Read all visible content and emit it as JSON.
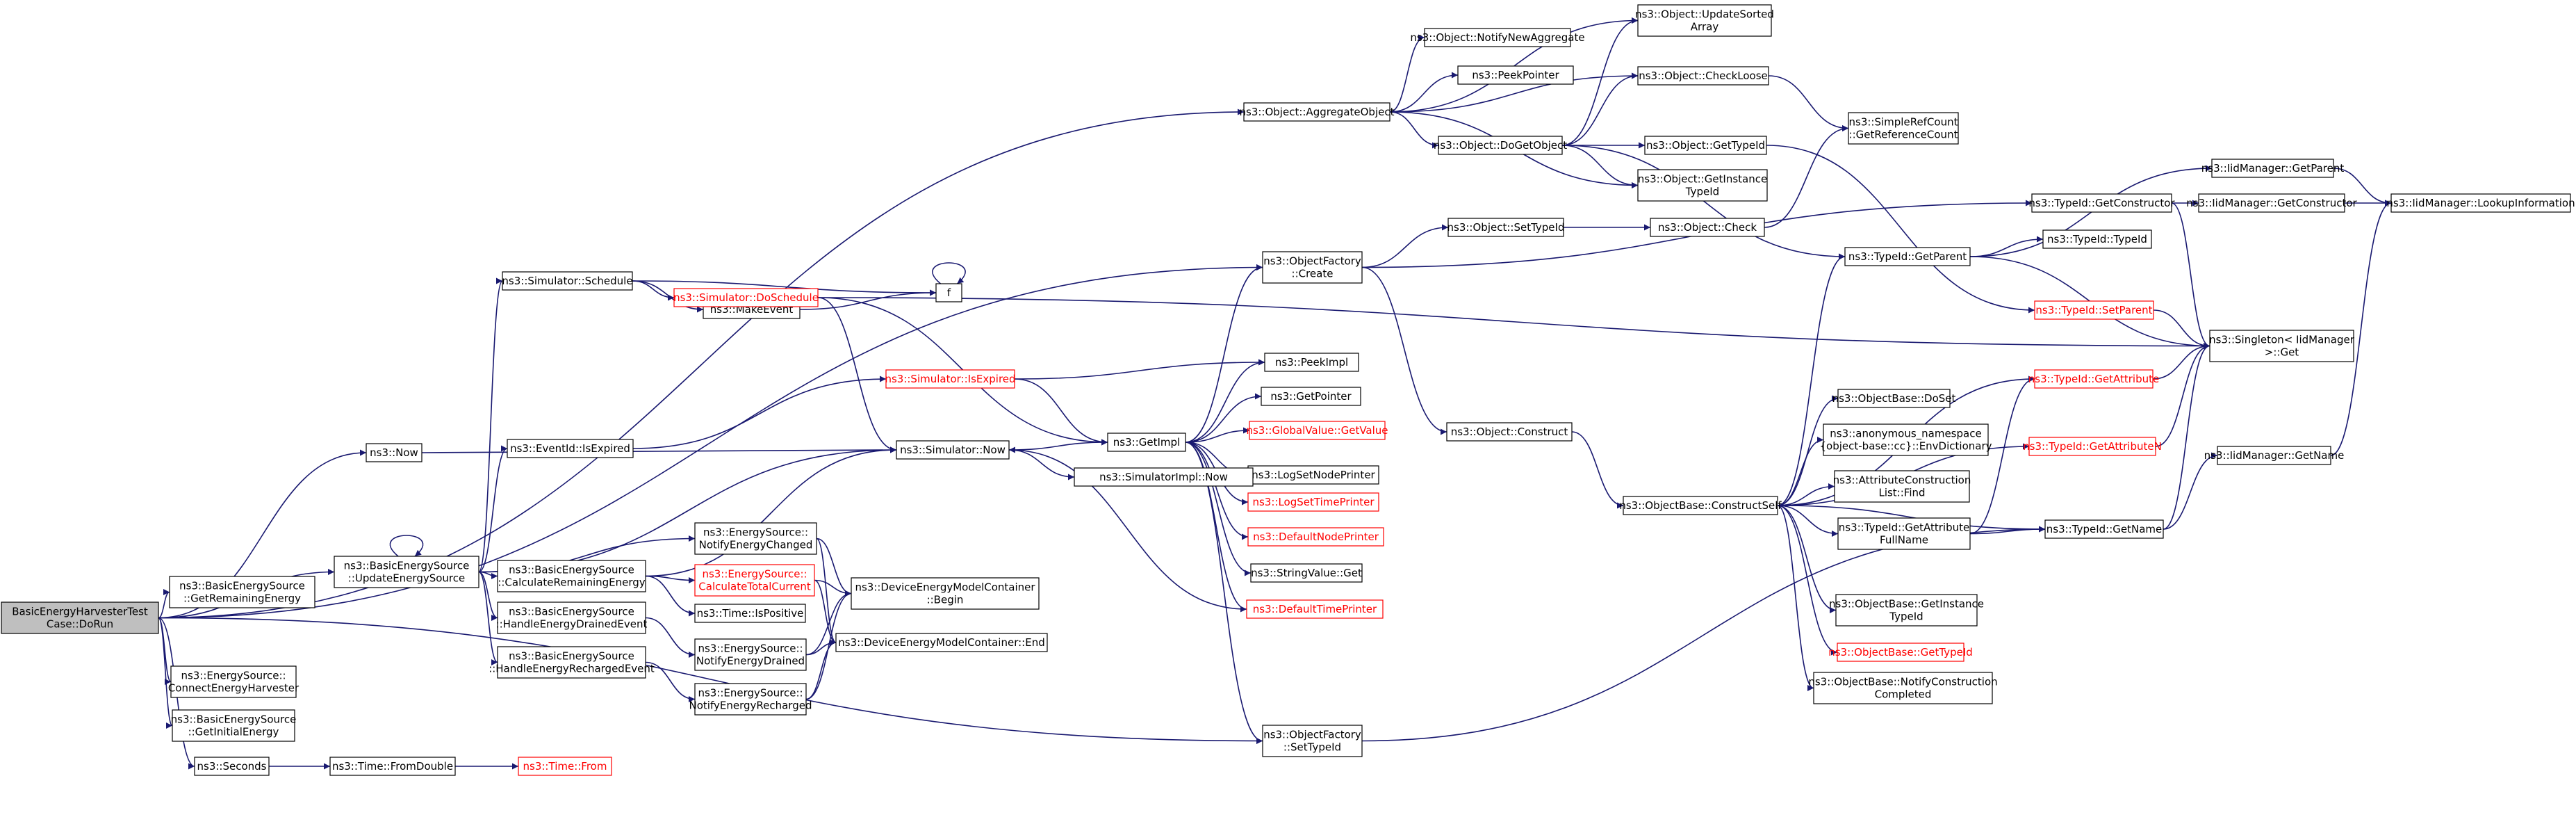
{
  "diagram": {
    "type": "call-graph",
    "colors": {
      "edge": "#191970",
      "node_border": "#000000",
      "highlight_border": "#ff0000",
      "root_fill": "#bfbfbf"
    },
    "nodes": [
      {
        "id": "root",
        "lines": [
          "BasicEnergyHarvesterTest",
          "Case::DoRun"
        ],
        "style": "root"
      },
      {
        "id": "aggregate",
        "lines": [
          "ns3::Object::AggregateObject"
        ]
      },
      {
        "id": "notifyagg",
        "lines": [
          "ns3::Object::NotifyNewAggregate"
        ]
      },
      {
        "id": "peekptr",
        "lines": [
          "ns3::PeekPointer"
        ]
      },
      {
        "id": "updsorted",
        "lines": [
          "ns3::Object::UpdateSorted",
          "Array"
        ]
      },
      {
        "id": "checkloose",
        "lines": [
          "ns3::Object::CheckLoose"
        ]
      },
      {
        "id": "dogetobj",
        "lines": [
          "ns3::Object::DoGetObject"
        ]
      },
      {
        "id": "objgettid",
        "lines": [
          "ns3::Object::GetTypeId"
        ]
      },
      {
        "id": "objgetinst",
        "lines": [
          "ns3::Object::GetInstance",
          "TypeId"
        ]
      },
      {
        "id": "simpleref",
        "lines": [
          "ns3::SimpleRefCount",
          "::GetReferenceCount"
        ]
      },
      {
        "id": "iidparent",
        "lines": [
          "ns3::IidManager::GetParent"
        ]
      },
      {
        "id": "tidgetctor",
        "lines": [
          "ns3::TypeId::GetConstructor"
        ]
      },
      {
        "id": "iidgetctor",
        "lines": [
          "ns3::IidManager::GetConstructor"
        ]
      },
      {
        "id": "iidlookup",
        "lines": [
          "ns3::IidManager::LookupInformation"
        ]
      },
      {
        "id": "objfactcreate",
        "lines": [
          "ns3::ObjectFactory",
          "::Create"
        ]
      },
      {
        "id": "objsettid",
        "lines": [
          "ns3::Object::SetTypeId"
        ]
      },
      {
        "id": "objcheck",
        "lines": [
          "ns3::Object::Check"
        ]
      },
      {
        "id": "tidgetparent",
        "lines": [
          "ns3::TypeId::GetParent"
        ]
      },
      {
        "id": "tidtid",
        "lines": [
          "ns3::TypeId::TypeId"
        ]
      },
      {
        "id": "tidsetparent",
        "lines": [
          "ns3::TypeId::SetParent"
        ],
        "style": "red"
      },
      {
        "id": "singleton",
        "lines": [
          "ns3::Singleton< IidManager",
          " >::Get"
        ]
      },
      {
        "id": "f",
        "lines": [
          "f"
        ]
      },
      {
        "id": "makeevent",
        "lines": [
          "ns3::MakeEvent"
        ]
      },
      {
        "id": "simschedule",
        "lines": [
          "ns3::Simulator::Schedule"
        ]
      },
      {
        "id": "simdoschedule",
        "lines": [
          "ns3::Simulator::DoSchedule"
        ],
        "style": "red"
      },
      {
        "id": "simisexpired",
        "lines": [
          "ns3::Simulator::IsExpired"
        ],
        "style": "red"
      },
      {
        "id": "peekimpl",
        "lines": [
          "ns3::PeekImpl"
        ]
      },
      {
        "id": "getpointer",
        "lines": [
          "ns3::GetPointer"
        ]
      },
      {
        "id": "globalval",
        "lines": [
          "ns3::GlobalValue::GetValue"
        ],
        "style": "red"
      },
      {
        "id": "now",
        "lines": [
          "ns3::Now"
        ]
      },
      {
        "id": "eventidexp",
        "lines": [
          "ns3::EventId::IsExpired"
        ]
      },
      {
        "id": "simnow",
        "lines": [
          "ns3::Simulator::Now"
        ]
      },
      {
        "id": "getimpl",
        "lines": [
          "ns3::GetImpl"
        ]
      },
      {
        "id": "logsetnode",
        "lines": [
          "ns3::LogSetNodePrinter"
        ]
      },
      {
        "id": "simimplnow",
        "lines": [
          "ns3::SimulatorImpl::Now"
        ]
      },
      {
        "id": "logsettime",
        "lines": [
          "ns3::LogSetTimePrinter"
        ],
        "style": "red"
      },
      {
        "id": "defnodeprinter",
        "lines": [
          "ns3::DefaultNodePrinter"
        ],
        "style": "red"
      },
      {
        "id": "strvalget",
        "lines": [
          "ns3::StringValue::Get"
        ]
      },
      {
        "id": "deftimeprinter",
        "lines": [
          "ns3::DefaultTimePrinter"
        ],
        "style": "red"
      },
      {
        "id": "objconstruct",
        "lines": [
          "ns3::Object::Construct"
        ]
      },
      {
        "id": "objbasedoset",
        "lines": [
          "ns3::ObjectBase::DoSet"
        ]
      },
      {
        "id": "anonenv",
        "lines": [
          "ns3::anonymous_namespace",
          "{object-base::cc}::EnvDictionary"
        ]
      },
      {
        "id": "attrconstr",
        "lines": [
          "ns3::AttributeConstruction",
          "List::Find"
        ]
      },
      {
        "id": "constructself",
        "lines": [
          "ns3::ObjectBase::ConstructSelf"
        ]
      },
      {
        "id": "tidgetattrfull",
        "lines": [
          "ns3::TypeId::GetAttribute",
          "FullName"
        ]
      },
      {
        "id": "tidgetattr",
        "lines": [
          "ns3::TypeId::GetAttribute"
        ],
        "style": "red"
      },
      {
        "id": "tidgetattrn",
        "lines": [
          "ns3::TypeId::GetAttributeN"
        ],
        "style": "red"
      },
      {
        "id": "iidgetname",
        "lines": [
          "ns3::IidManager::GetName"
        ]
      },
      {
        "id": "tidgetname",
        "lines": [
          "ns3::TypeId::GetName"
        ]
      },
      {
        "id": "objbasegetinst",
        "lines": [
          "ns3::ObjectBase::GetInstance",
          "TypeId"
        ]
      },
      {
        "id": "objbasegettid",
        "lines": [
          "ns3::ObjectBase::GetTypeId"
        ],
        "style": "red"
      },
      {
        "id": "objbasenotify",
        "lines": [
          "ns3::ObjectBase::NotifyConstruction",
          "Completed"
        ]
      },
      {
        "id": "besgetremaining",
        "lines": [
          "ns3::BasicEnergySource",
          "::GetRemainingEnergy"
        ]
      },
      {
        "id": "besupdate",
        "lines": [
          "ns3::BasicEnergySource",
          "::UpdateEnergySource"
        ]
      },
      {
        "id": "esnotifychanged",
        "lines": [
          "ns3::EnergySource::",
          "NotifyEnergyChanged"
        ]
      },
      {
        "id": "bescalcremaining",
        "lines": [
          "ns3::BasicEnergySource",
          "::CalculateRemainingEnergy"
        ]
      },
      {
        "id": "escalctotal",
        "lines": [
          "ns3::EnergySource::",
          "CalculateTotalCurrent"
        ],
        "style": "red"
      },
      {
        "id": "demcbegin",
        "lines": [
          "ns3::DeviceEnergyModelContainer",
          "::Begin"
        ]
      },
      {
        "id": "timeispositive",
        "lines": [
          "ns3::Time::IsPositive"
        ]
      },
      {
        "id": "beshandledrained",
        "lines": [
          "ns3::BasicEnergySource",
          "::HandleEnergyDrainedEvent"
        ]
      },
      {
        "id": "esnotifydrained",
        "lines": [
          "ns3::EnergySource::",
          "NotifyEnergyDrained"
        ]
      },
      {
        "id": "demcend",
        "lines": [
          "ns3::DeviceEnergyModelContainer::End"
        ]
      },
      {
        "id": "beshandlerecharged",
        "lines": [
          "ns3::BasicEnergySource",
          "::HandleEnergyRechargedEvent"
        ]
      },
      {
        "id": "esnotifyrecharged",
        "lines": [
          "ns3::EnergySource::",
          "NotifyEnergyRecharged"
        ]
      },
      {
        "id": "esconnect",
        "lines": [
          "ns3::EnergySource::",
          "ConnectEnergyHarvester"
        ]
      },
      {
        "id": "besgetinitial",
        "lines": [
          "ns3::BasicEnergySource",
          "::GetInitialEnergy"
        ]
      },
      {
        "id": "seconds",
        "lines": [
          "ns3::Seconds"
        ]
      },
      {
        "id": "timefromdouble",
        "lines": [
          "ns3::Time::FromDouble"
        ]
      },
      {
        "id": "timefrom",
        "lines": [
          "ns3::Time::From"
        ],
        "style": "red"
      },
      {
        "id": "objfactsettid",
        "lines": [
          "ns3::ObjectFactory",
          "::SetTypeId"
        ]
      }
    ],
    "edges": [
      [
        "root",
        "aggregate"
      ],
      [
        "root",
        "objfactcreate"
      ],
      [
        "root",
        "now"
      ],
      [
        "root",
        "besgetremaining"
      ],
      [
        "root",
        "besupdate"
      ],
      [
        "root",
        "esconnect"
      ],
      [
        "root",
        "besgetinitial"
      ],
      [
        "root",
        "seconds"
      ],
      [
        "root",
        "objfactsettid"
      ],
      [
        "aggregate",
        "notifyagg"
      ],
      [
        "aggregate",
        "peekptr"
      ],
      [
        "aggregate",
        "updsorted"
      ],
      [
        "aggregate",
        "checkloose"
      ],
      [
        "aggregate",
        "dogetobj"
      ],
      [
        "aggregate",
        "objgetinst"
      ],
      [
        "dogetobj",
        "updsorted"
      ],
      [
        "dogetobj",
        "checkloose"
      ],
      [
        "dogetobj",
        "objgettid"
      ],
      [
        "dogetobj",
        "objgetinst"
      ],
      [
        "dogetobj",
        "tidgetparent"
      ],
      [
        "checkloose",
        "simpleref"
      ],
      [
        "objcheck",
        "simpleref"
      ],
      [
        "objgettid",
        "tidsetparent"
      ],
      [
        "objfactcreate",
        "objsettid"
      ],
      [
        "objfactcreate",
        "tidgetctor"
      ],
      [
        "objfactcreate",
        "objconstruct"
      ],
      [
        "objsettid",
        "objcheck"
      ],
      [
        "tidgetctor",
        "iidgetctor"
      ],
      [
        "tidgetctor",
        "singleton"
      ],
      [
        "iidgetctor",
        "iidlookup"
      ],
      [
        "iidparent",
        "iidlookup"
      ],
      [
        "tidgetparent",
        "iidparent"
      ],
      [
        "tidgetparent",
        "tidtid"
      ],
      [
        "tidgetparent",
        "singleton"
      ],
      [
        "tidsetparent",
        "singleton"
      ],
      [
        "objconstruct",
        "constructself"
      ],
      [
        "constructself",
        "tidgetparent"
      ],
      [
        "constructself",
        "tidgetattr"
      ],
      [
        "constructself",
        "objbasedoset"
      ],
      [
        "constructself",
        "anonenv"
      ],
      [
        "constructself",
        "attrconstr"
      ],
      [
        "constructself",
        "tidgetattrfull"
      ],
      [
        "constructself",
        "tidgetattrn"
      ],
      [
        "constructself",
        "tidgetname"
      ],
      [
        "constructself",
        "objbasegetinst"
      ],
      [
        "constructself",
        "objbasegettid"
      ],
      [
        "constructself",
        "objbasenotify"
      ],
      [
        "tidgetattrfull",
        "tidgetattr"
      ],
      [
        "tidgetattrfull",
        "tidgetname"
      ],
      [
        "tidgetattr",
        "singleton"
      ],
      [
        "tidgetattrn",
        "singleton"
      ],
      [
        "tidgetname",
        "iidgetname"
      ],
      [
        "tidgetname",
        "singleton"
      ],
      [
        "iidgetname",
        "iidlookup"
      ],
      [
        "simschedule",
        "makeevent"
      ],
      [
        "simschedule",
        "f"
      ],
      [
        "simschedule",
        "simdoschedule"
      ],
      [
        "makeevent",
        "f"
      ],
      [
        "f",
        "f"
      ],
      [
        "simdoschedule",
        "singleton"
      ],
      [
        "simdoschedule",
        "simnow"
      ],
      [
        "simdoschedule",
        "getimpl"
      ],
      [
        "simisexpired",
        "peekimpl"
      ],
      [
        "simisexpired",
        "getimpl"
      ],
      [
        "now",
        "simnow"
      ],
      [
        "eventidexp",
        "simisexpired"
      ],
      [
        "simnow",
        "getimpl"
      ],
      [
        "simnow",
        "simimplnow"
      ],
      [
        "getimpl",
        "objfactcreate"
      ],
      [
        "getimpl",
        "peekimpl"
      ],
      [
        "getimpl",
        "getpointer"
      ],
      [
        "getimpl",
        "globalval"
      ],
      [
        "getimpl",
        "logsetnode"
      ],
      [
        "getimpl",
        "logsettime"
      ],
      [
        "getimpl",
        "defnodeprinter"
      ],
      [
        "getimpl",
        "strvalget"
      ],
      [
        "getimpl",
        "deftimeprinter"
      ],
      [
        "getimpl",
        "objfactsettid"
      ],
      [
        "deftimeprinter",
        "simnow"
      ],
      [
        "besupdate",
        "besupdate"
      ],
      [
        "besupdate",
        "simschedule"
      ],
      [
        "besupdate",
        "eventidexp"
      ],
      [
        "besupdate",
        "simnow"
      ],
      [
        "besupdate",
        "esnotifychanged"
      ],
      [
        "besupdate",
        "bescalcremaining"
      ],
      [
        "besupdate",
        "beshandledrained"
      ],
      [
        "besupdate",
        "beshandlerecharged"
      ],
      [
        "esnotifychanged",
        "demcbegin"
      ],
      [
        "esnotifychanged",
        "demcend"
      ],
      [
        "bescalcremaining",
        "simnow"
      ],
      [
        "bescalcremaining",
        "escalctotal"
      ],
      [
        "bescalcremaining",
        "timeispositive"
      ],
      [
        "escalctotal",
        "demcbegin"
      ],
      [
        "escalctotal",
        "demcend"
      ],
      [
        "beshandledrained",
        "esnotifydrained"
      ],
      [
        "beshandlerecharged",
        "esnotifyrecharged"
      ],
      [
        "esnotifydrained",
        "demcbegin"
      ],
      [
        "esnotifydrained",
        "demcend"
      ],
      [
        "esnotifyrecharged",
        "demcbegin"
      ],
      [
        "esnotifyrecharged",
        "demcend"
      ],
      [
        "seconds",
        "timefromdouble"
      ],
      [
        "timefromdouble",
        "timefrom"
      ],
      [
        "objfactsettid",
        "tidgetname"
      ]
    ]
  }
}
